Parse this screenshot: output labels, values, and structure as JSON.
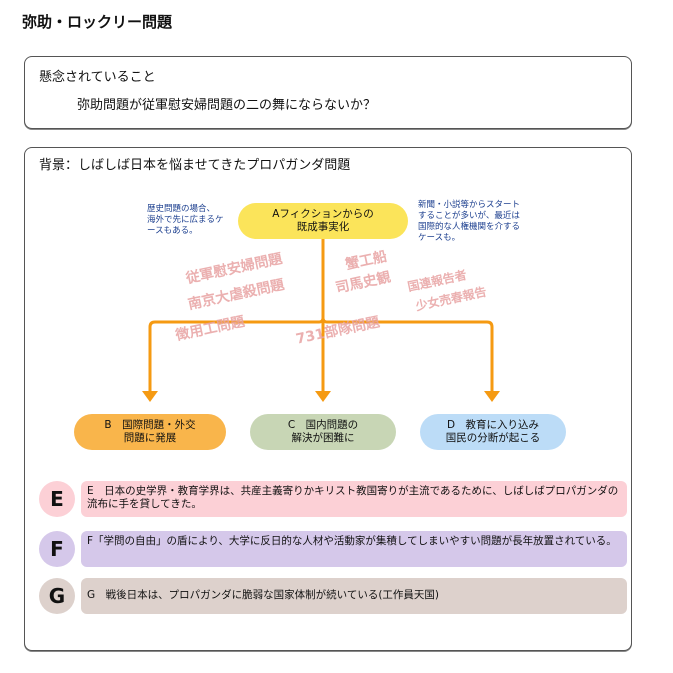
{
  "page_title": "弥助・ロックリー問題",
  "concern": {
    "heading": "懸念されていること",
    "question": "弥助問題が従軍慰安婦問題の二の舞にならないか？"
  },
  "background": {
    "heading": "背景：しばしば日本を悩ませてきたプロパガンダ問題",
    "note_left": [
      "歴史問題の場合、",
      "海外で先に広まるケ",
      "ースもある。"
    ],
    "note_right": [
      "新聞・小説等からスタート",
      "することが多いが、最近は",
      "国際的な人権機関を介する",
      "ケースも。"
    ],
    "node_a": [
      "Aフィクションからの",
      "既成事実化"
    ],
    "node_b": [
      "B　国際問題・外交",
      "問題に発展"
    ],
    "node_c": [
      "C　国内問題の",
      "解決が困難に"
    ],
    "node_d": [
      "D　教育に入り込み",
      "国民の分断が起こる"
    ],
    "watermarks": [
      "従軍慰安婦問題",
      "南京大虐殺問題",
      "徴用工問題",
      "蟹工船",
      "司馬史観",
      "731部隊問題",
      "国連報告者",
      "少女売春報告"
    ],
    "rows": [
      {
        "letter": "E",
        "text": "E　日本の史学界・教育学界は、共産主義寄りかキリスト教国寄りが主流であるために、しばしばプロパガンダの流布に手を貸してきた。"
      },
      {
        "letter": "F",
        "text": "F「学問の自由」の盾により、大学に反日的な人材や活動家が集積してしまいやすい問題が長年放置されている。"
      },
      {
        "letter": "G",
        "text": "G　戦後日本は、プロパガンダに脆弱な国家体制が続いている(工作員天国)"
      }
    ]
  },
  "colors": {
    "arrow": "#f59a12",
    "node_a": "#fbe45a",
    "node_b": "#f9b54b",
    "node_c": "#c8d6b5",
    "node_d": "#bcdcf7",
    "row_e": "#fcd0d6",
    "row_f": "#d5c8ea",
    "row_g": "#ddd1cc",
    "note": "#1c3f8f",
    "watermark": "#e8a3a3"
  }
}
